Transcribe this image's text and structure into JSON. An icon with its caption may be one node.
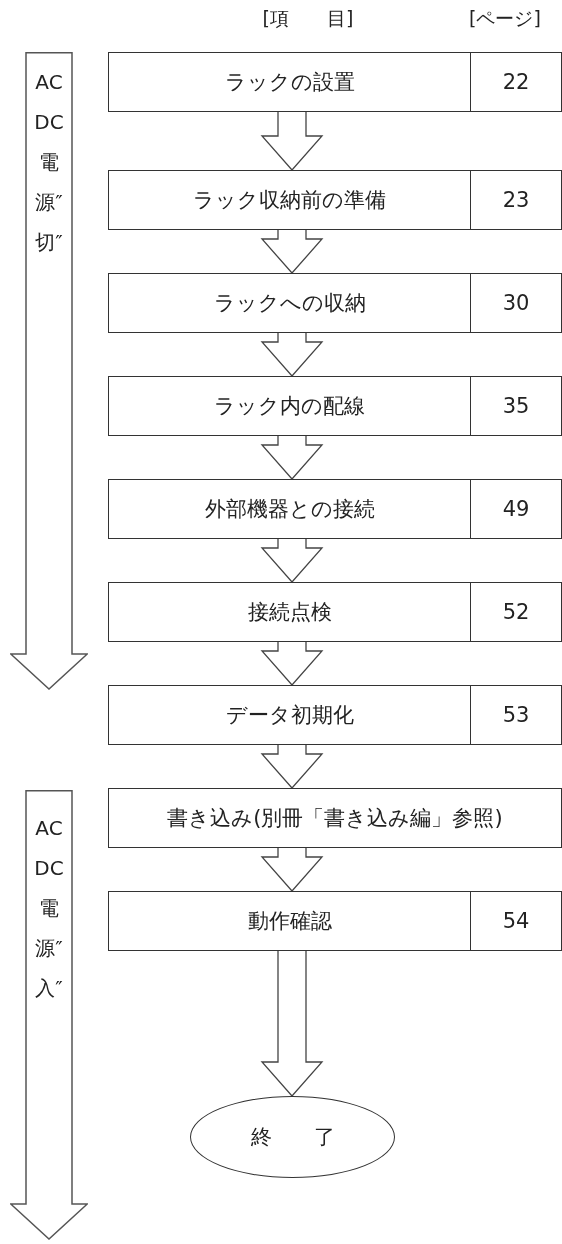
{
  "diagram": {
    "nodes": [
      {
        "text": [
          "ラックの設置",
          "22"
        ]
      },
      {
        "text": [
          "ラック収納前の準備",
          "23"
        ]
      },
      {
        "text": [
          "ラックへの収納",
          "30"
        ]
      },
      {
        "text": [
          "ラック内の配線",
          "35"
        ]
      },
      {
        "text": [
          "外部機器との接続",
          "49"
        ]
      },
      {
        "text": [
          "接続点検",
          "52"
        ]
      },
      {
        "text": [
          "データ初期化",
          "53"
        ]
      },
      {
        "text": [
          "書き込み(別冊「書き込み編」参照)"
        ]
      },
      {
        "text": [
          "動作確認",
          "54"
        ]
      },
      {
        "text": [
          "終　　了"
        ]
      },
      {
        "text": [
          "ACDC電源″切″"
        ]
      },
      {
        "text": [
          "ACDC電源″入″"
        ]
      }
    ],
    "edges": [
      {
        "from": 0,
        "to": 1,
        "arrow": "to"
      },
      {
        "from": 1,
        "to": 2,
        "arrow": "to"
      },
      {
        "from": 2,
        "to": 3,
        "arrow": "to"
      },
      {
        "from": 3,
        "to": 4,
        "arrow": "to"
      },
      {
        "from": 4,
        "to": 5,
        "arrow": "to"
      },
      {
        "from": 5,
        "to": 6,
        "arrow": "to"
      },
      {
        "from": 6,
        "to": 7,
        "arrow": "to"
      },
      {
        "from": 7,
        "to": 8,
        "arrow": "to"
      },
      {
        "from": 8,
        "to": 9,
        "arrow": "to"
      }
    ],
    "labels": [
      "[項　　目]",
      "[ページ]"
    ]
  }
}
